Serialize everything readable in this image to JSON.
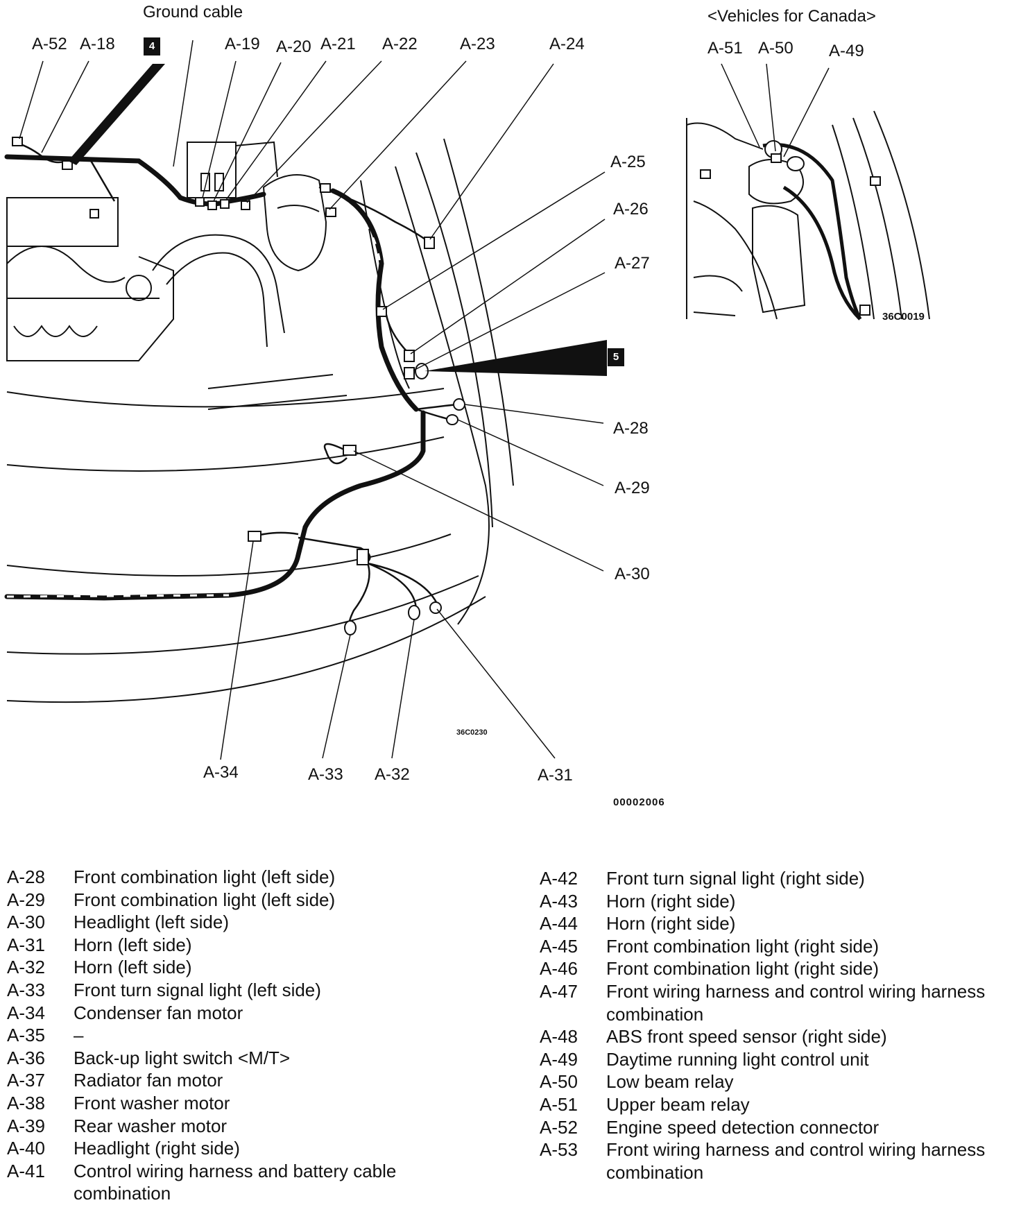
{
  "diagram": {
    "header_label": "Ground cable",
    "inset_title": "<Vehicles for Canada>",
    "badges": {
      "b4": "4",
      "b5": "5"
    },
    "callouts": {
      "a52": "A-52",
      "a18": "A-18",
      "a19": "A-19",
      "a20": "A-20",
      "a21": "A-21",
      "a22": "A-22",
      "a23": "A-23",
      "a24": "A-24",
      "a25": "A-25",
      "a26": "A-26",
      "a27": "A-27",
      "a28": "A-28",
      "a29": "A-29",
      "a30": "A-30",
      "a31": "A-31",
      "a32": "A-32",
      "a33": "A-33",
      "a34": "A-34",
      "a51": "A-51",
      "a50": "A-50",
      "a49": "A-49"
    },
    "codes": {
      "inset_code": "36C0019",
      "main_code": "36C0230",
      "doc_code": "00002006"
    }
  },
  "legend_left": [
    {
      "code": "A-28",
      "desc": "Front combination light (left side)"
    },
    {
      "code": "A-29",
      "desc": "Front combination light (left side)"
    },
    {
      "code": "A-30",
      "desc": "Headlight (left side)"
    },
    {
      "code": "A-31",
      "desc": "Horn (left side)"
    },
    {
      "code": "A-32",
      "desc": "Horn (left side)"
    },
    {
      "code": "A-33",
      "desc": "Front turn signal light (left side)"
    },
    {
      "code": "A-34",
      "desc": "Condenser fan motor"
    },
    {
      "code": "A-35",
      "desc": "–"
    },
    {
      "code": "A-36",
      "desc": "Back-up light switch <M/T>"
    },
    {
      "code": "A-37",
      "desc": "Radiator fan motor"
    },
    {
      "code": "A-38",
      "desc": "Front washer motor"
    },
    {
      "code": "A-39",
      "desc": "Rear washer motor"
    },
    {
      "code": "A-40",
      "desc": "Headlight (right side)"
    },
    {
      "code": "A-41",
      "desc": "Control wiring harness and battery cable combination"
    }
  ],
  "legend_right": [
    {
      "code": "A-42",
      "desc": "Front turn signal light (right side)"
    },
    {
      "code": "A-43",
      "desc": "Horn (right side)"
    },
    {
      "code": "A-44",
      "desc": "Horn (right side)"
    },
    {
      "code": "A-45",
      "desc": "Front combination light (right side)"
    },
    {
      "code": "A-46",
      "desc": "Front combination light (right side)"
    },
    {
      "code": "A-47",
      "desc": "Front wiring harness and control wiring harness combination"
    },
    {
      "code": "A-48",
      "desc": "ABS front speed sensor (right side)"
    },
    {
      "code": "A-49",
      "desc": "Daytime running light control unit"
    },
    {
      "code": "A-50",
      "desc": "Low beam relay"
    },
    {
      "code": "A-51",
      "desc": "Upper beam relay"
    },
    {
      "code": "A-52",
      "desc": "Engine speed detection connector"
    },
    {
      "code": "A-53",
      "desc": "Front wiring harness and control wiring harness combination"
    }
  ]
}
